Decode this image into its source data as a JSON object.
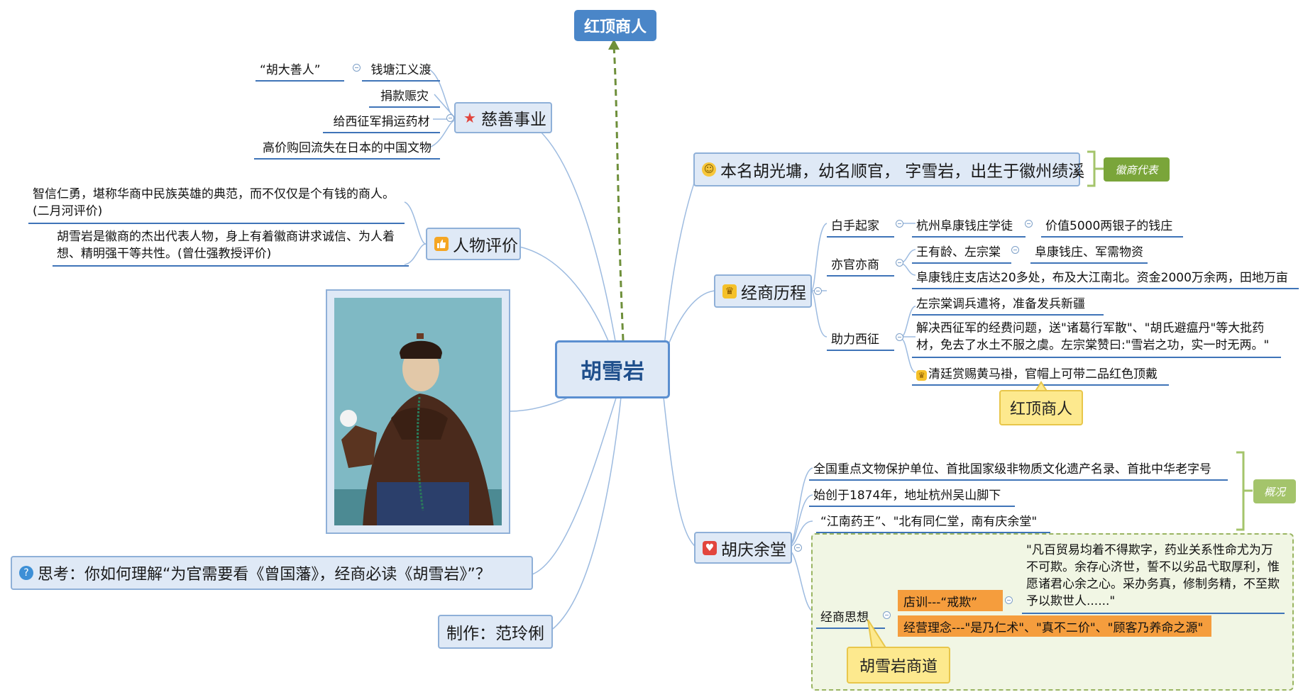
{
  "center": {
    "label": "胡雪岩"
  },
  "top_bubble": {
    "label": "红顶商人"
  },
  "charity": {
    "label": "慈善事业",
    "icon": "star-icon",
    "items": [
      {
        "text": "“胡大善人”",
        "child": "钱塘江义渡"
      },
      {
        "text": "捐款赈灾"
      },
      {
        "text": "给西征军捐运药材"
      },
      {
        "text": "高价购回流失在日本的中国文物"
      }
    ]
  },
  "evaluation": {
    "label": "人物评价",
    "icon": "thumbs-up-icon",
    "items": [
      "智信仁勇，堪称华商中民族英雄的典范，而不仅仅是个有钱的商人。(二月河评价)",
      "胡雪岩是徽商的杰出代表人物，身上有着徽商讲求诚信、为人着想、精明强干等共性。(曾仕强教授评价)"
    ]
  },
  "thinking": {
    "label": "思考：你如何理解“为官需要看《曾国藩》，经商必读《胡雪岩》”？",
    "icon": "question-icon"
  },
  "maker": {
    "label": "制作：范玲俐"
  },
  "intro": {
    "label": "本名胡光墉，幼名顺官， 字雪岩，出生于徽州绩溪",
    "icon": "smiley-icon",
    "tag": "徽商代表"
  },
  "career": {
    "label": "经商历程",
    "icon": "trophy-icon",
    "groups": [
      {
        "label": "白手起家",
        "items": [
          {
            "text": "杭州阜康钱庄学徒",
            "child": "价值5000两银子的钱庄"
          }
        ]
      },
      {
        "label": "亦官亦商",
        "items": [
          {
            "text": "王有龄、左宗棠",
            "child": "阜康钱庄、军需物资"
          },
          {
            "text": "阜康钱庄支店达20多处，布及大江南北。资金2000万余两，田地万亩"
          }
        ]
      },
      {
        "label": "助力西征",
        "items": [
          {
            "text": "左宗棠调兵遣将，准备发兵新疆"
          },
          {
            "text": "解决西征军的经费问题，送\"诸葛行军散\"、\"胡氏避瘟丹\"等大批药材，免去了水土不服之虞。左宗棠赞曰:\"雪岩之功，实一时无两。\""
          },
          {
            "text": "清廷赏赐黄马褂，官帽上可带二品红色顶戴",
            "icon": "trophy-icon"
          }
        ]
      }
    ],
    "callout": "红顶商人"
  },
  "pharmacy": {
    "label": "胡庆余堂",
    "icon": "heart-icon",
    "items": [
      "全国重点文物保护单位、首批国家级非物质文化遗产名录、首批中华老字号",
      "始创于1874年，地址杭州吴山脚下",
      "“江南药王”、\"北有同仁堂，南有庆余堂\""
    ],
    "tag": "概况",
    "philosophy": {
      "label": "经商思想",
      "motto_label": "店训---“戒欺”",
      "motto_text": "\"凡百贸易均着不得欺字，药业关系性命尤为万不可欺。余存心济世，誓不以劣品弋取厚利，惟愿诸君心余之心。采办务真，修制务精，不至欺予以欺世人......\"",
      "concept": "经营理念---\"是乃仁术\"、\"真不二价\"、\"顾客乃养命之源\"",
      "callout": "胡雪岩商道"
    }
  },
  "colors": {
    "line": "#8fb0d8",
    "underline": "#3f74b8",
    "dashed_arrow": "#6e8f3a",
    "topic_fill": "#dfe9f6"
  }
}
